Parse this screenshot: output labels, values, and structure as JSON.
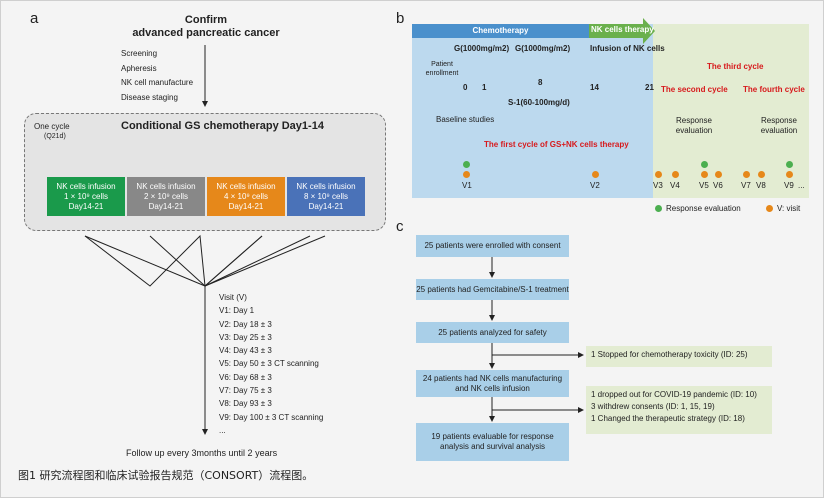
{
  "panel_a": {
    "label": "a",
    "confirm_line1": "Confirm",
    "confirm_line2": "advanced pancreatic cancer",
    "steps": [
      "Screening",
      "Apheresis",
      "NK cell manufacture",
      "Disease staging"
    ],
    "cycle_label": "One cycle",
    "cycle_sub": "(Q21d)",
    "cycle_title": "Conditional GS chemotherapy Day1-14",
    "arms": [
      {
        "l1": "NK cells infusion",
        "l2": "1 × 10⁹ cells",
        "l3": "Day14-21",
        "color": "#1a9a4b"
      },
      {
        "l1": "NK cells infusion",
        "l2": "2 × 10⁹ cells",
        "l3": "Day14-21",
        "color": "#888888"
      },
      {
        "l1": "NK cells infusion",
        "l2": "4 × 10⁹ cells",
        "l3": "Day14-21",
        "color": "#e6881a"
      },
      {
        "l1": "NK cells infusion",
        "l2": "8 × 10⁹ cells",
        "l3": "Day14-21",
        "color": "#4a72b8"
      }
    ],
    "visit_title": "Visit (V)",
    "visits": [
      "V1: Day 1",
      "V2: Day 18 ± 3",
      "V3: Day 25 ± 3",
      "V4: Day 43 ± 3",
      "V5: Day 50 ± 3 CT scanning",
      "V6: Day 68  ± 3",
      "V7: Day 75 ± 3",
      "V8: Day 93 ± 3",
      "V9: Day 100 ± 3 CT scanning",
      "..."
    ],
    "follow_up": "Follow up every 3months until 2 years"
  },
  "panel_b": {
    "label": "b",
    "chemo_label": "Chemotherapy",
    "nk_label": "NK cells therapy",
    "g1": "G(1000mg/m2)",
    "g2": "G(1000mg/m2)",
    "infusion": "Infusion of NK cells",
    "enroll": "Patient enrollment",
    "ticks": [
      "0",
      "1",
      "8",
      "14",
      "21"
    ],
    "s1": "S-1(60-100mg/d)",
    "baseline": "Baseline studies",
    "first_cycle": "The first cycle of GS+NK cells therapy",
    "second_cycle": "The second cycle",
    "third_cycle": "The third cycle",
    "fourth_cycle": "The fourth cycle",
    "resp1": "Response evaluation",
    "resp2": "Response evaluation",
    "visits": [
      "V1",
      "V2",
      "V3",
      "V4",
      "V5",
      "V6",
      "V7",
      "V8",
      "V9",
      "..."
    ],
    "legend_green": "Response evaluation",
    "legend_orange": "V: visit",
    "colors": {
      "chemo_bg": "#bcd9ee",
      "nk_bg": "#e3ecd2",
      "chemo_bar": "#4a90cc",
      "nk_arrow": "#6ab04c",
      "green": "#4caf50",
      "orange": "#e6881a"
    }
  },
  "panel_c": {
    "label": "c",
    "boxes": [
      "25 patients were enrolled with consent",
      "25 patients had Gemcitabine/S-1 treatment",
      "25 patients analyzed for safety",
      "24 patients had NK cells manufacturing and NK cells infusion",
      "19 patients evaluable for response analysis and survival analysis"
    ],
    "side1": "1 Stopped for chemotherapy toxicity (ID: 25)",
    "side2": [
      "1 dropped out for COVID-19 pandemic (ID: 10)",
      "3 withdrew consents (ID: 1, 15, 19)",
      "1 Changed the therapeutic strategy (ID: 18)"
    ]
  },
  "caption": "图1 研究流程图和临床试验报告规范（CONSORT）流程图。"
}
